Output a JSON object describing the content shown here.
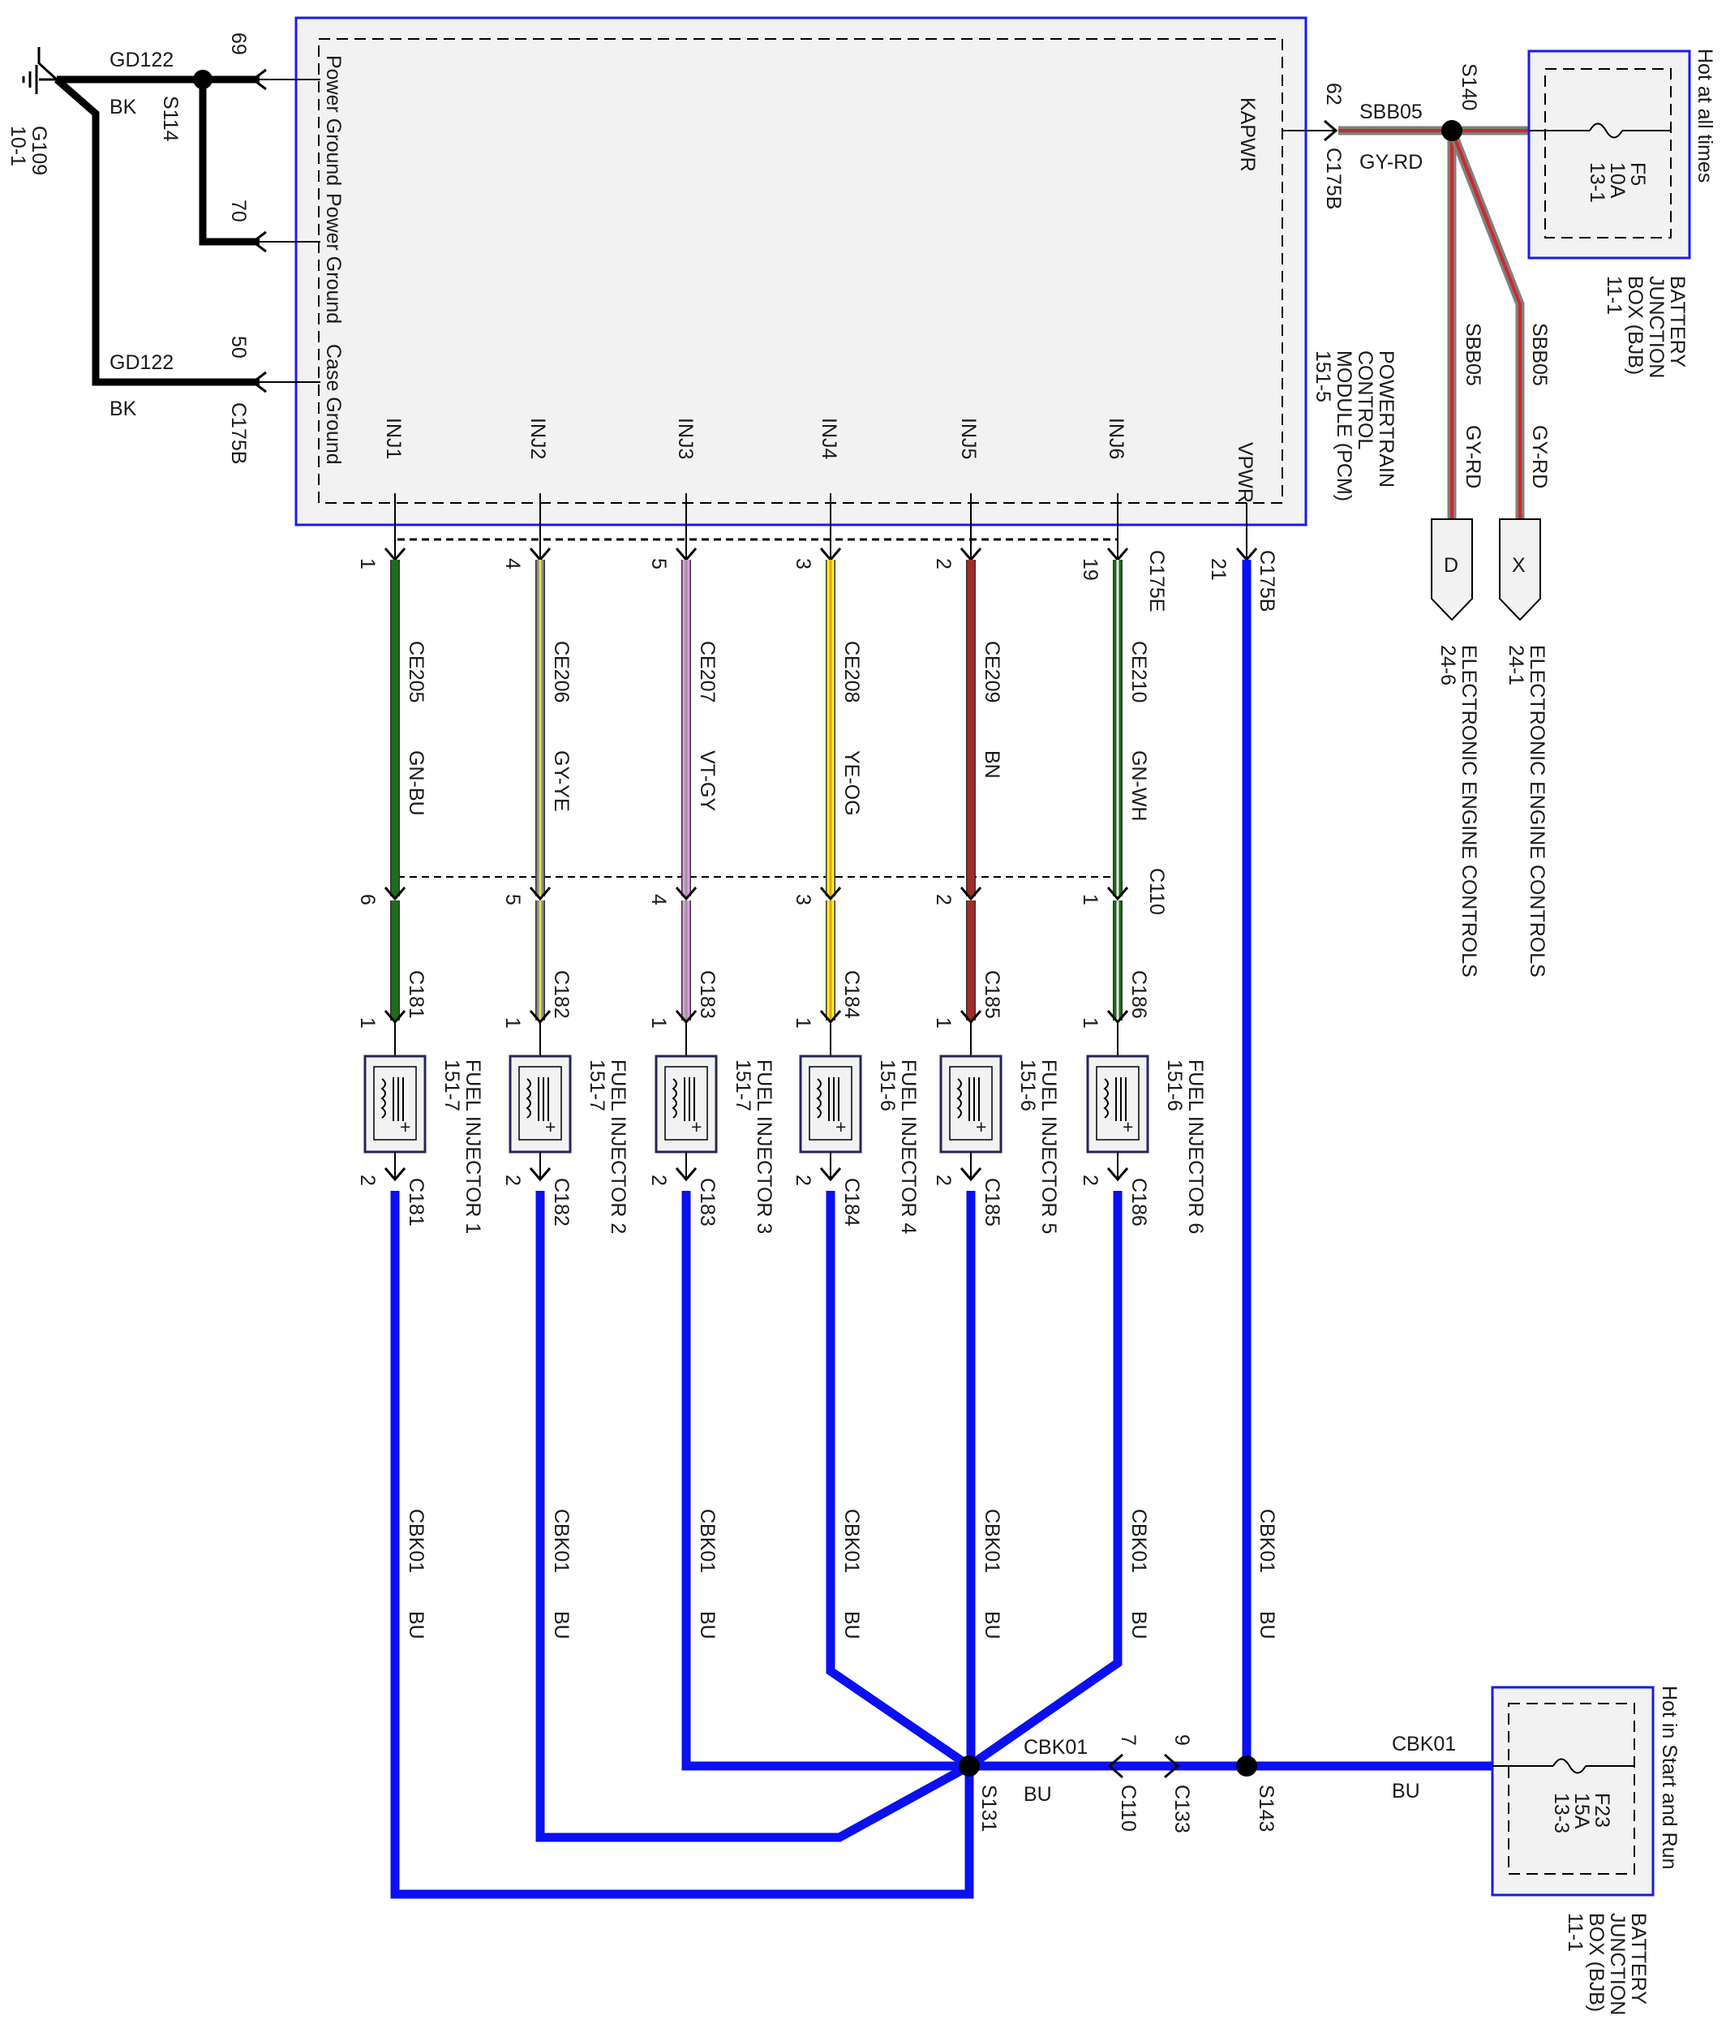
{
  "colors": {
    "ground": "#000000",
    "power_blue": "#0a10f0",
    "border_blue": "#1a1aee",
    "box_fill": "#f2f2f2",
    "green": "#1c6e1c",
    "light_green": "#2e9a2e",
    "gray_yellow": "#e8de4a",
    "violet_gray": "#e39be6",
    "yellow_orange": "#fff020",
    "brown": "#a52a2a",
    "gray_red": "#8a8a8a",
    "red_stripe": "#cc2a2a"
  },
  "pcm": {
    "name_lines": [
      "POWERTRAIN",
      "CONTROL",
      "MODULE (PCM)",
      "151-5"
    ],
    "pins": {
      "power_ground_1": "Power Ground",
      "power_ground_2": "Power Ground",
      "case_ground": "Case Ground",
      "kapwr": "KAPWR",
      "vpwr": "VPWR",
      "inj1": "INJ1",
      "inj2": "INJ2",
      "inj3": "INJ3",
      "inj4": "INJ4",
      "inj5": "INJ5",
      "inj6": "INJ6"
    },
    "pin_numbers": {
      "pg1": "69",
      "pg2": "70",
      "cg": "50",
      "kapwr": "62",
      "vpwr": "21"
    },
    "connectors": {
      "c175b": "C175B",
      "c175e": "C175E"
    }
  },
  "ground": {
    "circuit": "GD122",
    "color": "BK",
    "splice": "S114",
    "ground_point": "G109",
    "ground_ref": "10-1"
  },
  "hot_at_all_times": {
    "label": "Hot at all times",
    "fuse": "F5",
    "amps": "10A",
    "ref": "13-1",
    "box_lines": [
      "BATTERY",
      "JUNCTION",
      "BOX (BJB)",
      "11-1"
    ],
    "circuit": "SBB05",
    "color": "GY-RD",
    "splice": "S140"
  },
  "engine_controls": [
    {
      "letter": "X",
      "label": "ELECTRONIC ENGINE CONTROLS",
      "ref": "24-1",
      "circuit": "SBB05",
      "color": "GY-RD"
    },
    {
      "letter": "D",
      "label": "ELECTRONIC ENGINE CONTROLS",
      "ref": "24-6",
      "circuit": "SBB05",
      "color": "GY-RD"
    }
  ],
  "injectors": [
    {
      "pin": "INJ1",
      "pcm_pin": "1",
      "circuit": "CE205",
      "color": "GN-BU",
      "c110_pin": "6",
      "connector": "C181",
      "name": "FUEL INJECTOR 1",
      "ref": "151-7",
      "pin_top": "1",
      "pin_bottom": "2",
      "wire": "CBK01",
      "wire_color": "BU"
    },
    {
      "pin": "INJ2",
      "pcm_pin": "4",
      "circuit": "CE206",
      "color": "GY-YE",
      "c110_pin": "5",
      "connector": "C182",
      "name": "FUEL INJECTOR 2",
      "ref": "151-7",
      "pin_top": "1",
      "pin_bottom": "2",
      "wire": "CBK01",
      "wire_color": "BU"
    },
    {
      "pin": "INJ3",
      "pcm_pin": "5",
      "circuit": "CE207",
      "color": "VT-GY",
      "c110_pin": "4",
      "connector": "C183",
      "name": "FUEL INJECTOR 3",
      "ref": "151-7",
      "pin_top": "1",
      "pin_bottom": "2",
      "wire": "CBK01",
      "wire_color": "BU"
    },
    {
      "pin": "INJ4",
      "pcm_pin": "3",
      "circuit": "CE208",
      "color": "YE-OG",
      "c110_pin": "3",
      "connector": "C184",
      "name": "FUEL INJECTOR 4",
      "ref": "151-6",
      "pin_top": "1",
      "pin_bottom": "2",
      "wire": "CBK01",
      "wire_color": "BU"
    },
    {
      "pin": "INJ5",
      "pcm_pin": "2",
      "circuit": "CE209",
      "color": "BN",
      "c110_pin": "2",
      "connector": "C185",
      "name": "FUEL INJECTOR 5",
      "ref": "151-6",
      "pin_top": "1",
      "pin_bottom": "2",
      "wire": "CBK01",
      "wire_color": "BU"
    },
    {
      "pin": "INJ6",
      "pcm_pin": "19",
      "circuit": "CE210",
      "color": "GN-WH",
      "c110_pin": "1",
      "connector": "C186",
      "name": "FUEL INJECTOR 6",
      "ref": "151-6",
      "pin_top": "1",
      "pin_bottom": "2",
      "wire": "CBK01",
      "wire_color": "BU"
    }
  ],
  "c110_label": "C110",
  "vpwr_wire": {
    "circuit": "CBK01",
    "color": "BU"
  },
  "bottom_bus": {
    "splice_injectors": "S131",
    "splice_power": "S143",
    "circuit": "CBK01",
    "color": "BU",
    "c110": "C110",
    "c110_pin": "7",
    "c133": "C133",
    "c133_pin": "9"
  },
  "hot_in_start_run": {
    "label": "Hot in Start and Run",
    "fuse": "F23",
    "amps": "15A",
    "ref": "13-3",
    "box_lines": [
      "BATTERY",
      "JUNCTION",
      "BOX (BJB)",
      "11-1"
    ],
    "circuit": "CBK01",
    "color": "BU"
  }
}
